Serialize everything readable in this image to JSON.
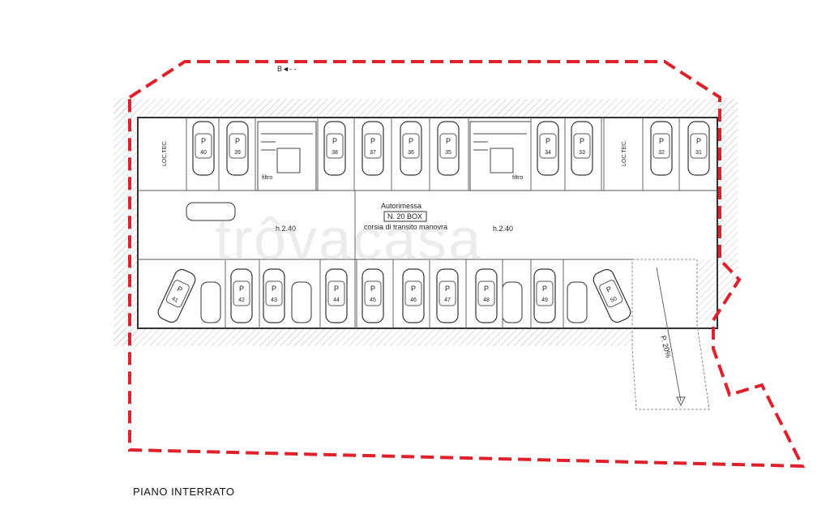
{
  "title": "PIANO  INTERRATO",
  "watermark": "trôvacasa",
  "north_label": "B◄- -",
  "garage": {
    "name": "Autorimessa",
    "box_count": "N. 20 BOX",
    "aisle": "corsia di transito manovra"
  },
  "heights": [
    "h.2.40",
    "h.2.40"
  ],
  "ramp_label": "P. 20%",
  "tech_room": "LOC.TEC.",
  "filter": "filtro",
  "top_spaces": [
    "40",
    "39",
    "38",
    "37",
    "36",
    "35",
    "34",
    "33",
    "32",
    "31"
  ],
  "bottom_spaces": [
    "41",
    "42",
    "43",
    "44",
    "45",
    "46",
    "47",
    "48",
    "49",
    "50"
  ],
  "parking_symbol": "P",
  "colors": {
    "boundary": "#e0202a",
    "line": "#333333",
    "hatch": "#bbbbbb"
  }
}
